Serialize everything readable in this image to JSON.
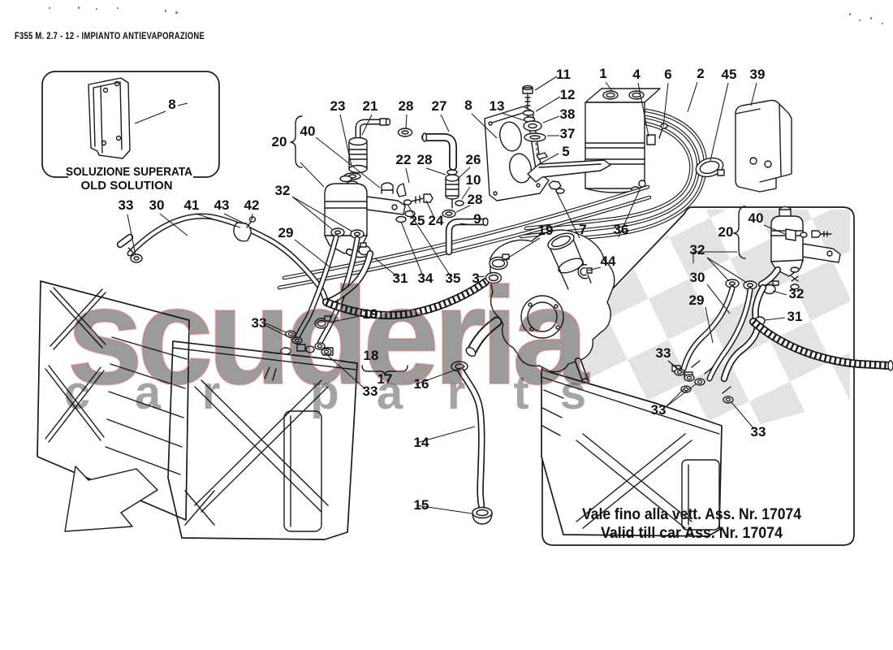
{
  "page": {
    "title": "F355 M. 2.7 - 12 - IMPIANTO ANTIEVAPORAZIONE"
  },
  "old_solution_box": {
    "line1": "SOLUZIONE SUPERATA",
    "line2": "OLD SOLUTION"
  },
  "validity_note": {
    "line1": "Vale fino alla vett. Ass. Nr. 17074",
    "line2": "Valid till car Ass. Nr. 17074"
  },
  "watermark": {
    "word": "scuderia",
    "letters": [
      "c",
      "a",
      "r",
      "p",
      "a",
      "r",
      "t",
      "s"
    ],
    "word_color": "#e88f8f",
    "word_stroke": "#d96a6a",
    "letters_color": "#9f9f9f",
    "checker_color": "#e3e3e3"
  },
  "callouts": [
    "8",
    "23",
    "21",
    "28",
    "27",
    "8",
    "13",
    "11",
    "12",
    "38",
    "37",
    "5",
    "1",
    "4",
    "6",
    "2",
    "45",
    "39",
    "20",
    "40",
    "22",
    "28",
    "26",
    "10",
    "28",
    "9",
    "32",
    "29",
    "25",
    "24",
    "34",
    "35",
    "3",
    "31",
    "19",
    "18",
    "17",
    "33",
    "33",
    "16",
    "14",
    "15",
    "33",
    "30",
    "41",
    "43",
    "42",
    "19",
    "7",
    "36",
    "44",
    "20",
    "40",
    "32",
    "30",
    "29",
    "32",
    "31",
    "33",
    "33",
    "33"
  ]
}
